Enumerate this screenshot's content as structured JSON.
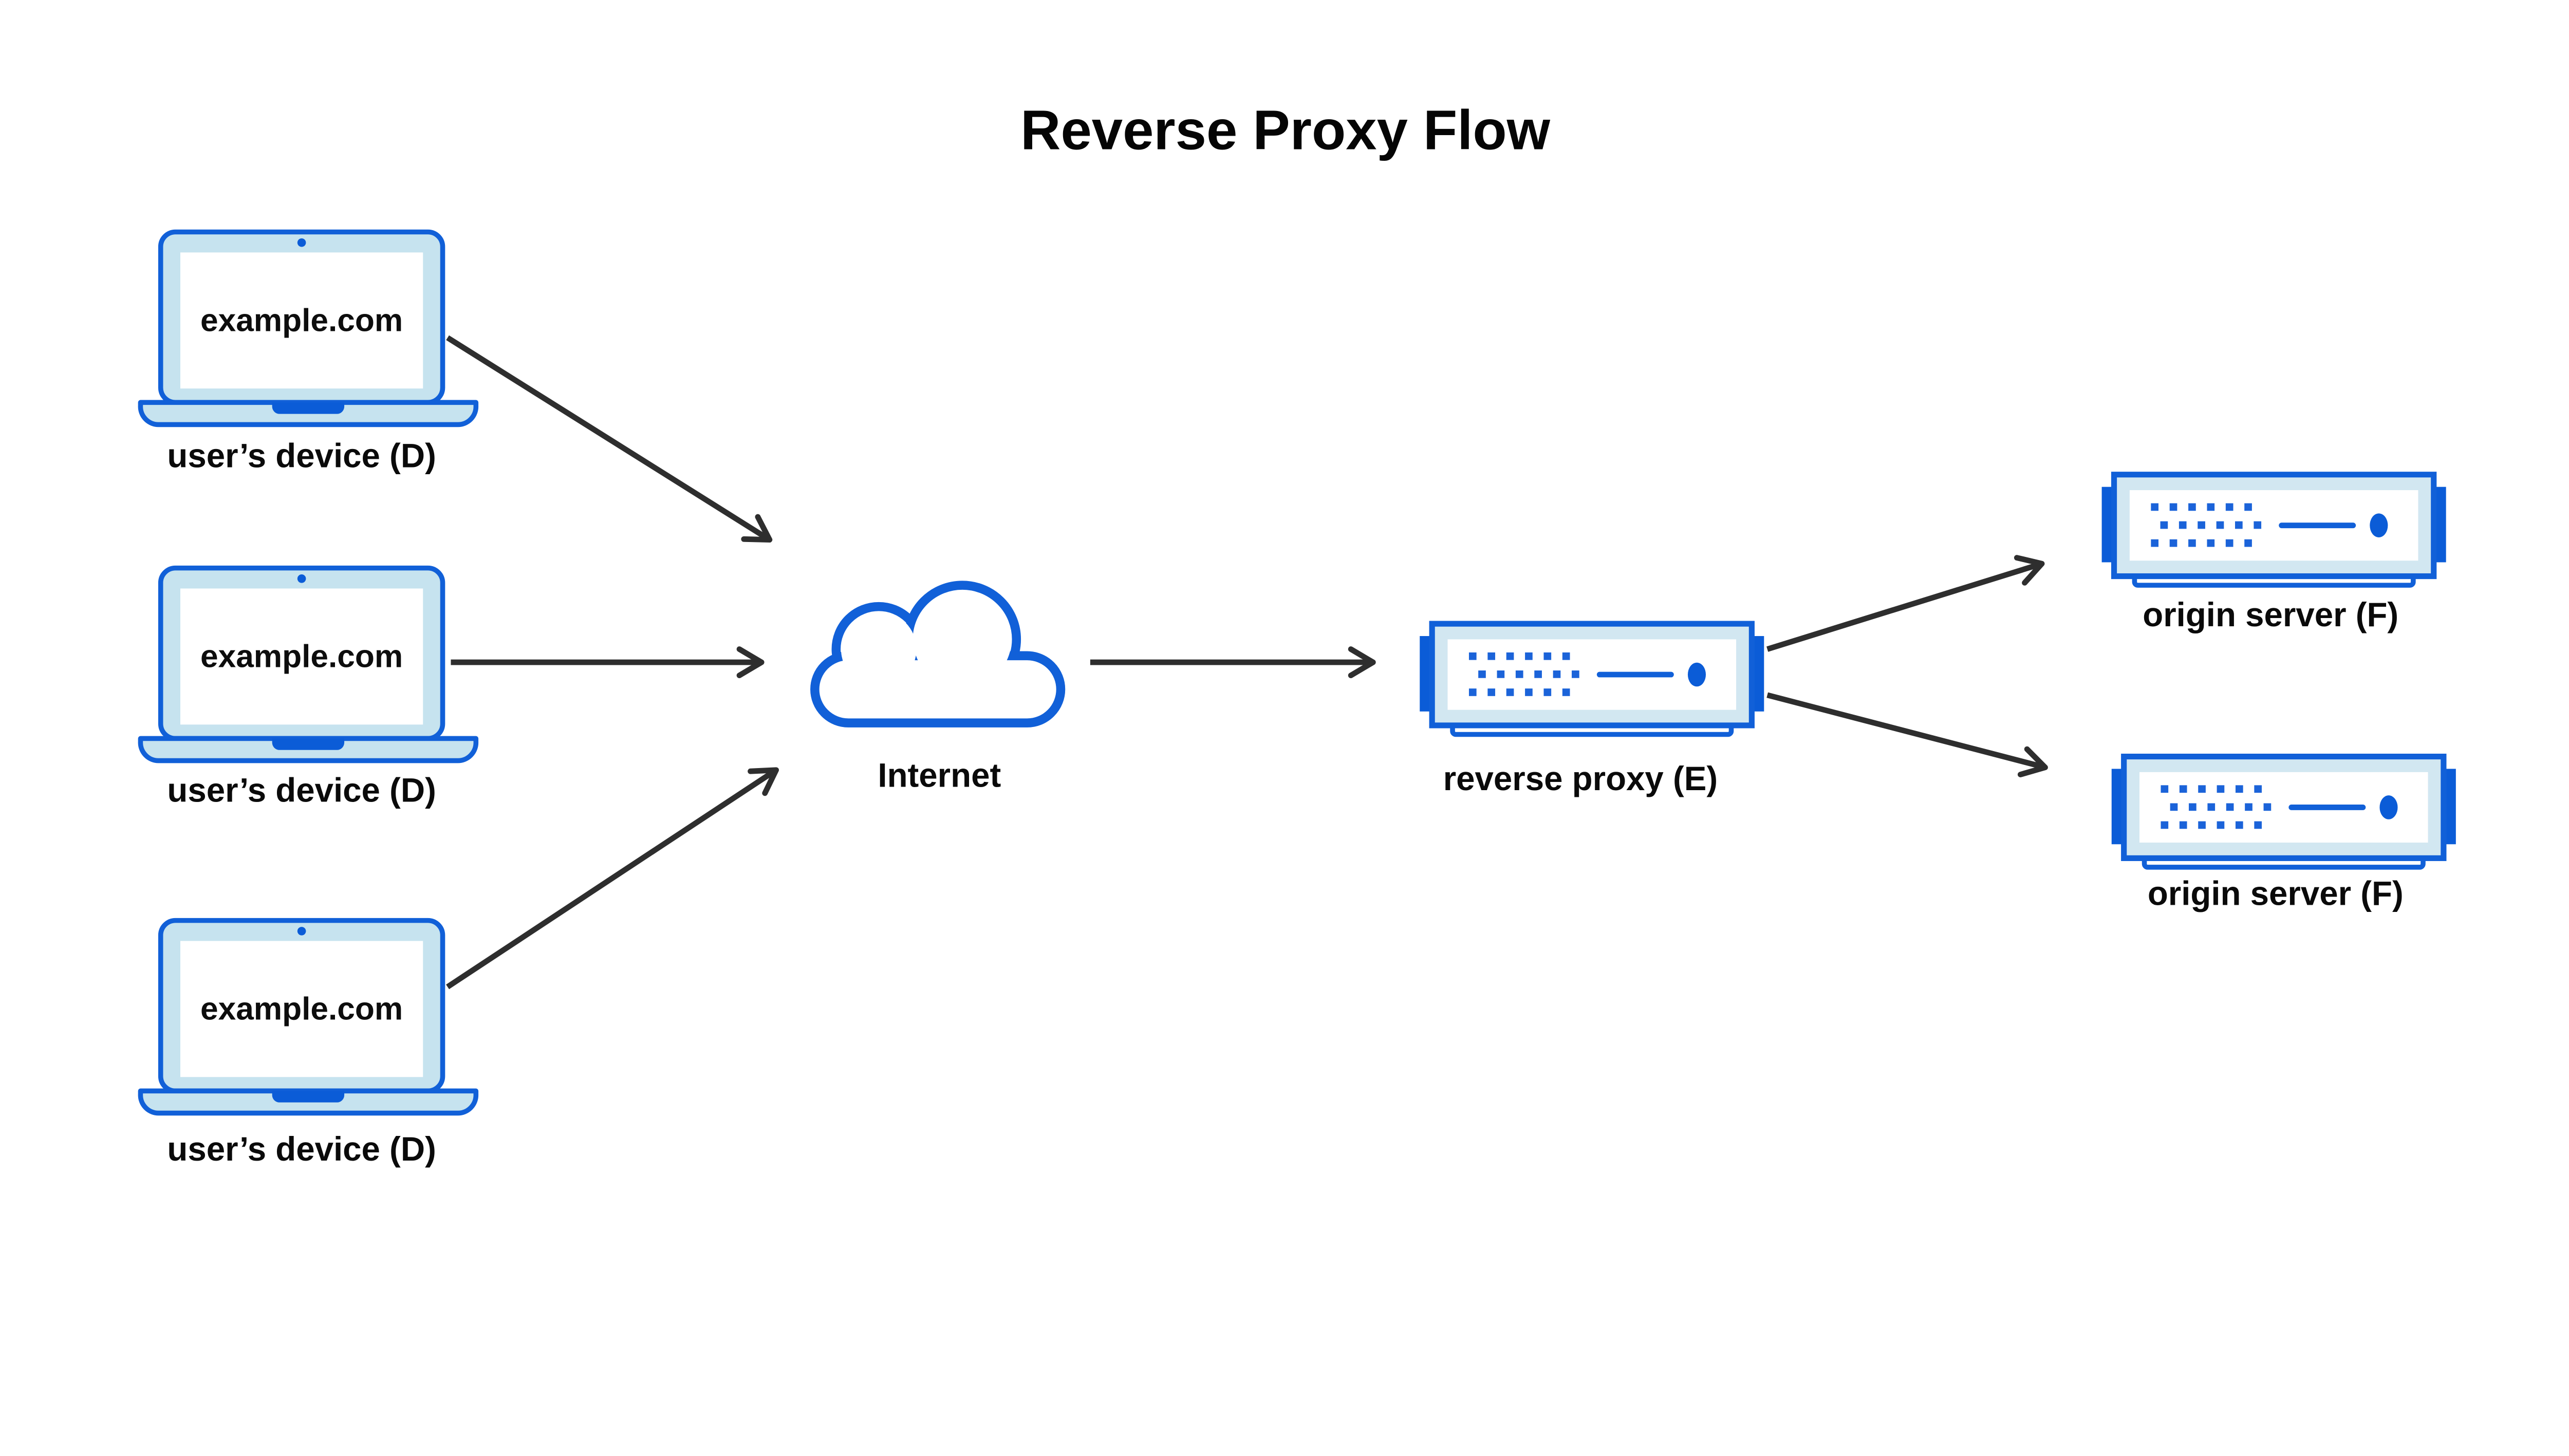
{
  "header": {
    "title": "Reverse Proxy Flow"
  },
  "nodes": {
    "device1": {
      "id": "D",
      "label": "user’s device (D)",
      "screen_text": "example.com",
      "icon": "laptop-icon"
    },
    "device2": {
      "id": "D",
      "label": "user’s device (D)",
      "screen_text": "example.com",
      "icon": "laptop-icon"
    },
    "device3": {
      "id": "D",
      "label": "user’s device (D)",
      "screen_text": "example.com",
      "icon": "laptop-icon"
    },
    "internet": {
      "label": "Internet",
      "icon": "cloud-icon"
    },
    "proxy": {
      "id": "E",
      "label": "reverse proxy (E)",
      "icon": "server-icon"
    },
    "origin1": {
      "id": "F",
      "label": "origin server (F)",
      "icon": "server-icon"
    },
    "origin2": {
      "id": "F",
      "label": "origin server (F)",
      "icon": "server-icon"
    }
  },
  "edges": [
    {
      "from": "user’s device (D) #1",
      "to": "Internet"
    },
    {
      "from": "user’s device (D) #2",
      "to": "Internet"
    },
    {
      "from": "user’s device (D) #3",
      "to": "Internet"
    },
    {
      "from": "Internet",
      "to": "reverse proxy (E)"
    },
    {
      "from": "reverse proxy (E)",
      "to": "origin server (F) top"
    },
    {
      "from": "reverse proxy (E)",
      "to": "origin server (F) bottom"
    }
  ],
  "colors": {
    "outline_blue": "#1160d8",
    "accent_blue": "#0b5cd7",
    "laptop_bezel_blue": "#c6e3ef",
    "server_frame_blue": "#d2e7f1",
    "arrow_gray": "#2e2e2e",
    "text_black": "#0a0a0a",
    "background": "#ffffff"
  }
}
